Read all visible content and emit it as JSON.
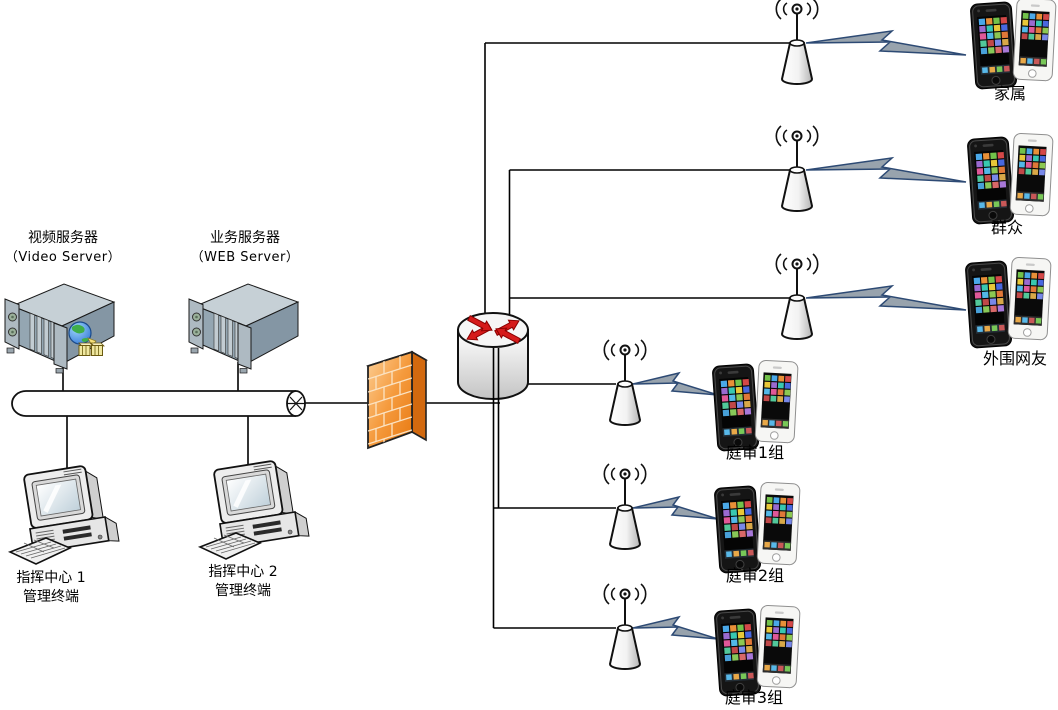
{
  "labels": {
    "video_server": {
      "cn": "视频服务器",
      "en": "（Video Server）"
    },
    "web_server": {
      "cn": "业务服务器",
      "en": "（WEB Server）"
    },
    "terminal1": {
      "line1": "指挥中心 1",
      "line2": "管理终端"
    },
    "terminal2": {
      "line1": "指挥中心 2",
      "line2": "管理终端"
    }
  },
  "wireless_groups": [
    {
      "label": "家属"
    },
    {
      "label": "群众"
    },
    {
      "label": "外围网友"
    },
    {
      "label": "庭审1组"
    },
    {
      "label": "庭审2组"
    },
    {
      "label": "庭审3组"
    }
  ],
  "icons": {
    "rack-server-icon": "isometric gray-blue rack server box",
    "video-globe-icon": "globe with yellow film boxes",
    "desktop-terminal-icon": "CRT desktop computer with keyboard",
    "ethernet-bus-icon": "horizontal pipe cylinder bus",
    "firewall-icon": "orange brick wall slab",
    "router-icon": "cylinder with four red arrows",
    "wireless-antenna-icon": "white cone antenna with radio waves",
    "wireless-link-icon": "gray lightning bolt",
    "smartphone-pair-icon": "black and white smartphones"
  },
  "colors": {
    "line": "#000000",
    "firewall_orange": "#F09038",
    "firewall_side": "#D2690F",
    "router_arrow": "#D61A1A",
    "bolt_fill": "#98A3AD",
    "bolt_stroke": "#2D4A74",
    "server_top": "#C6D0D6",
    "server_front": "#94A6B2",
    "server_side": "#8496A4",
    "globe_blue": "#2B6FD4",
    "film_yellow": "#F0E8A0"
  }
}
